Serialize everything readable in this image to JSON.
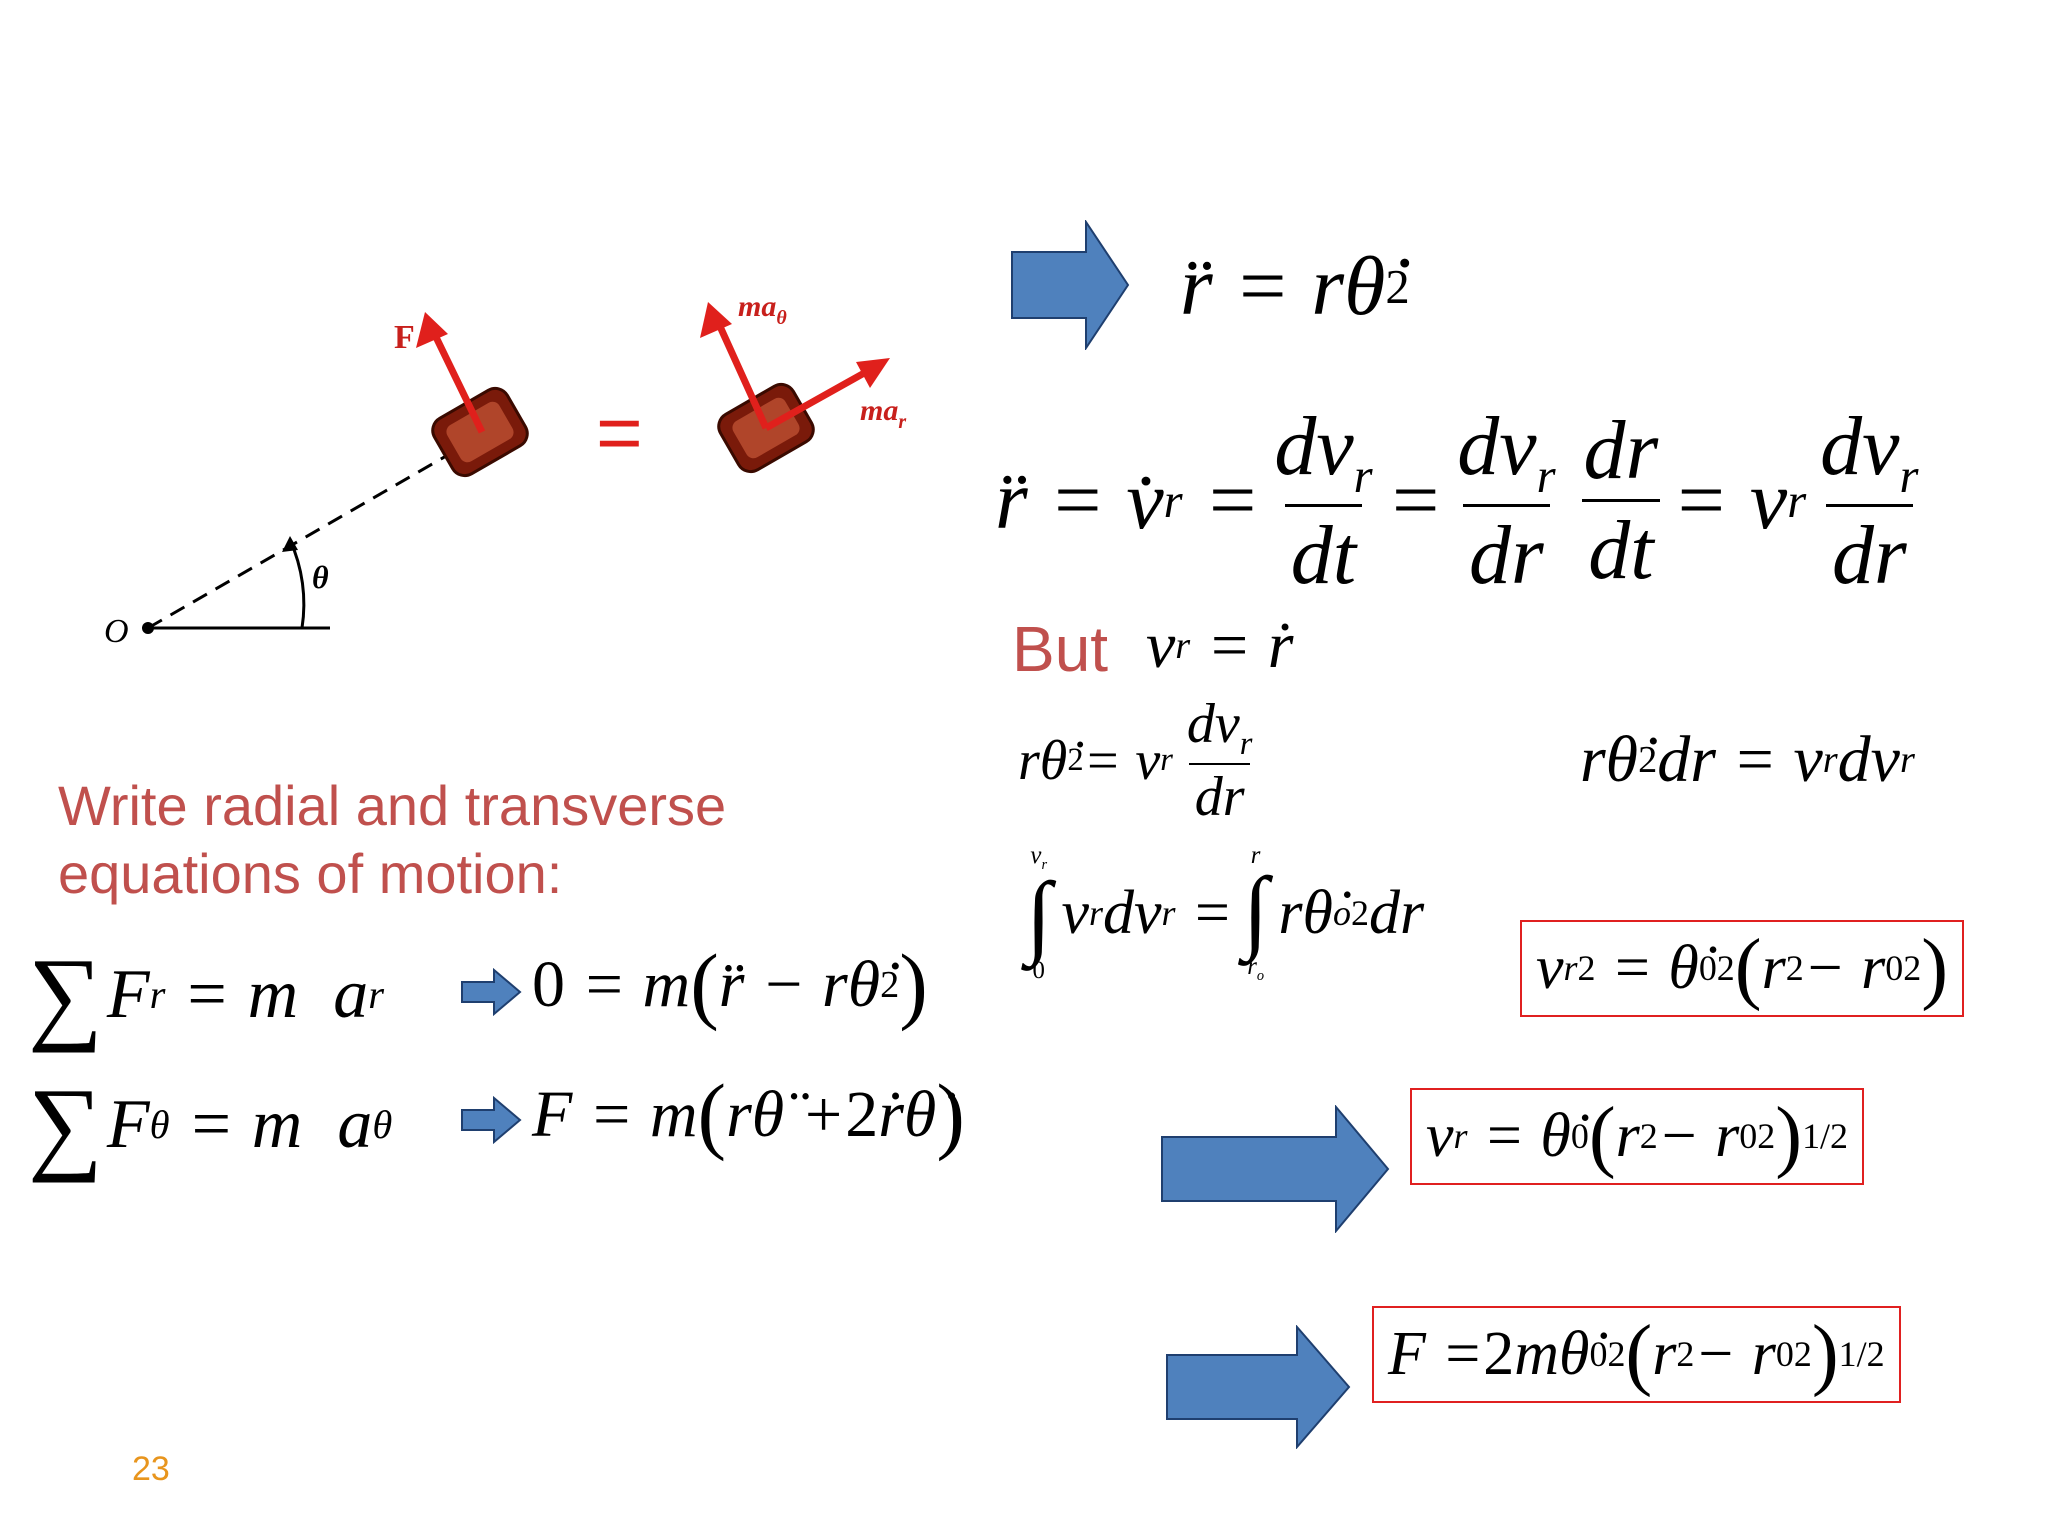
{
  "page_number": "23",
  "caption": {
    "line1": "Write radial and transverse",
    "line2": "equations of motion:"
  },
  "but_label": "But",
  "diagram": {
    "force_label": "F",
    "origin_label": "O",
    "angle_label": "θ",
    "ma_theta_label": "ma",
    "ma_theta_sub": "θ",
    "ma_r_label": "ma",
    "ma_r_sub": "r",
    "equals": "="
  },
  "colors": {
    "accent_text": "#c0504d",
    "box_border": "#e02020",
    "arrow_fill": "#4f81bd",
    "vector_red": "#e0201c",
    "page_number": "#e8951d"
  }
}
